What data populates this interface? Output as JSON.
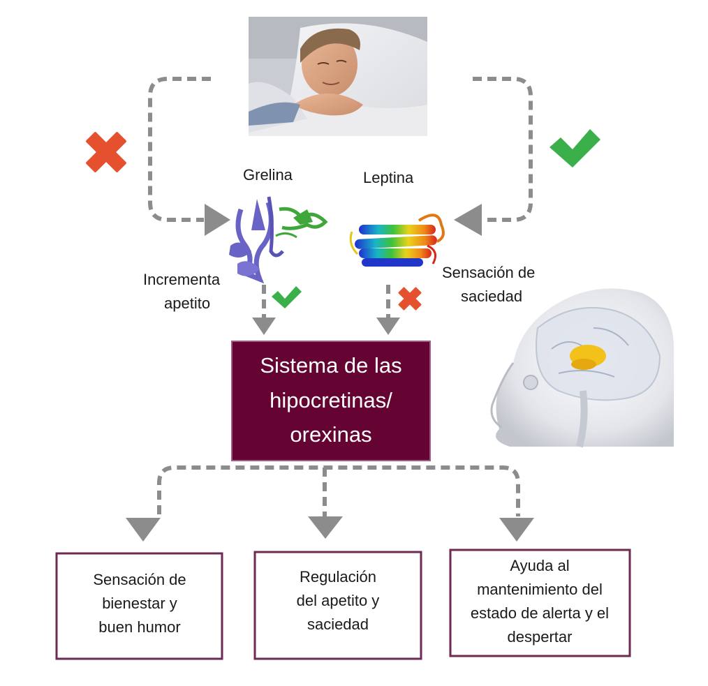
{
  "colors": {
    "central_box_fill": "#650433",
    "box_border": "#6e2a52",
    "connector_gray": "#8c8c8c",
    "cross_red": "#e5502f",
    "check_green": "#3bb04a"
  },
  "images": {
    "sleeping_man": "photo of a man sleeping on a white pillow",
    "ghrelin_structure": "ribbon structure of ghrelin protein (purple and green)",
    "leptin_structure": "ribbon structure of leptin protein (rainbow helices)",
    "brain": "3D render of human head with brain highlighting hypothalamus in yellow"
  },
  "labels": {
    "grelina": "Grelina",
    "leptina": "Leptina",
    "incrementa_line1": "Incrementa",
    "incrementa_line2": "apetito",
    "saciedad_line1": "Sensación de",
    "saciedad_line2": "saciedad"
  },
  "central": {
    "line1": "Sistema de las",
    "line2": "hipocretinas/",
    "line3": "orexinas"
  },
  "outcomes": [
    {
      "lines": [
        "Sensación de",
        "bienestar y",
        "buen humor"
      ]
    },
    {
      "lines": [
        "Regulación",
        "del apetito y",
        "saciedad"
      ]
    },
    {
      "lines": [
        "Ayuda al",
        "mantenimiento del",
        "estado de alerta y el",
        "despertar"
      ]
    }
  ],
  "marks": {
    "sleep_to_ghrelin": "cross-icon",
    "sleep_to_leptin": "check-icon",
    "ghrelin_to_system": "check-icon",
    "leptin_to_system": "cross-icon"
  }
}
